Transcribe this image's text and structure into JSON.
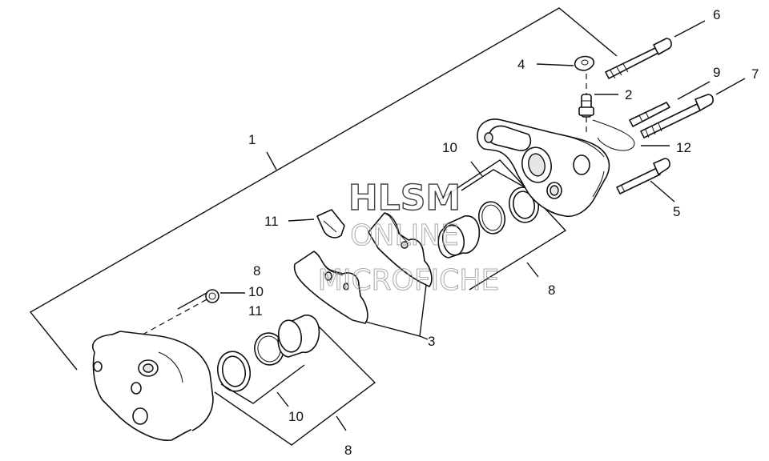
{
  "callouts": {
    "c1": "1",
    "c2": "2",
    "c3": "3",
    "c4": "4",
    "c5": "5",
    "c6": "6",
    "c7": "7",
    "c8a": "8",
    "c8b": "8",
    "c8c": "8",
    "c9": "9",
    "c10a": "10",
    "c10b": "10",
    "c10c": "10",
    "c11a": "11",
    "c11b": "11",
    "c12": "12"
  },
  "watermark": {
    "line1": "HLSM",
    "line2": "ONLINE",
    "line3": "MICROFICHE"
  }
}
